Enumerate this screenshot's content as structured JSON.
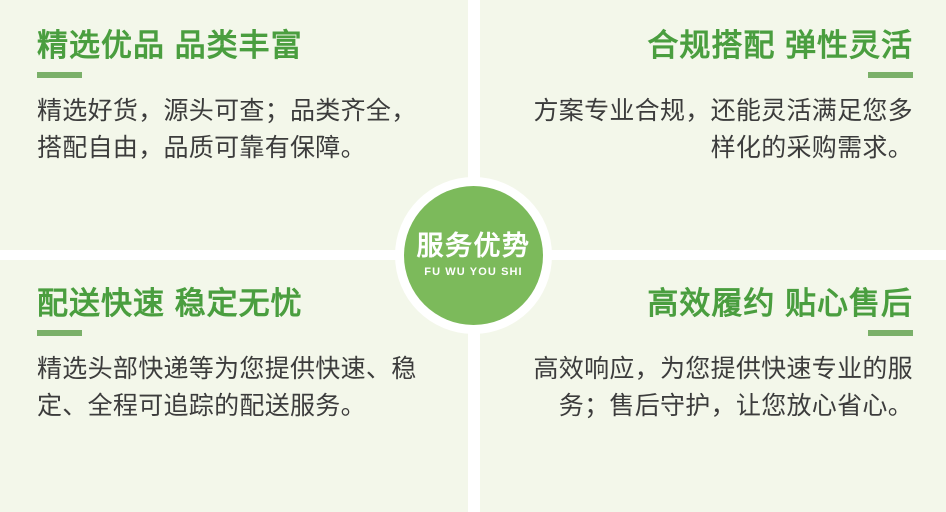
{
  "colors": {
    "panel_background": "#f3f7ea",
    "gutter": "#ffffff",
    "heading_green": "#4a9e3f",
    "rule_green": "#7ab069",
    "body_gray": "#3c3c3c",
    "medallion_green": "#7cba5b",
    "medallion_text": "#ffffff"
  },
  "medallion": {
    "title": "服务优势",
    "subtitle": "FU WU YOU SHI"
  },
  "panels": [
    {
      "id": "selected-quality",
      "position": "top-left",
      "align": "left",
      "heading": "精选优品  品类丰富",
      "body": "精选好货，源头可查；品类齐全，搭配自由，品质可靠有保障。"
    },
    {
      "id": "compliant-flexible",
      "position": "top-right",
      "align": "right",
      "heading": "合规搭配  弹性灵活",
      "body": "方案专业合规，还能灵活满足您多样化的采购需求。"
    },
    {
      "id": "fast-delivery",
      "position": "bottom-left",
      "align": "left",
      "heading": "配送快速  稳定无忧",
      "body": "精选头部快递等为您提供快速、稳定、全程可追踪的配送服务。"
    },
    {
      "id": "efficient-aftersales",
      "position": "bottom-right",
      "align": "right",
      "heading": "高效履约  贴心售后",
      "body": "高效响应，为您提供快速专业的服务；售后守护，让您放心省心。"
    }
  ]
}
